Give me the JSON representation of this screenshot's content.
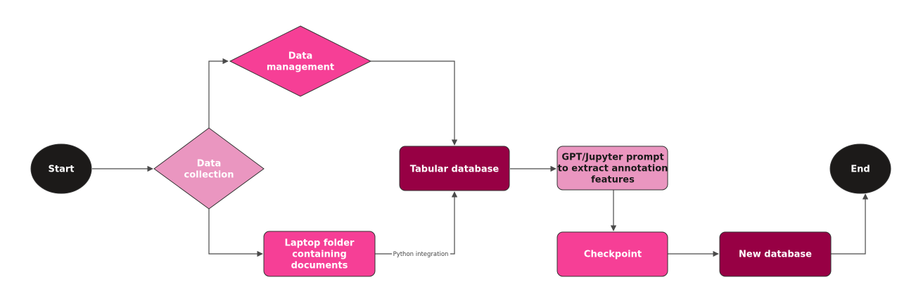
{
  "colors": {
    "terminal": "#1c1a19",
    "hot_pink": "#f63f96",
    "light_pink": "#ea96c0",
    "dark_magenta": "#970044",
    "edge": "#4a4a4a"
  },
  "nodes": {
    "start": {
      "lines": [
        "Start"
      ],
      "shape": "ellipse"
    },
    "data_management": {
      "lines": [
        "Data",
        "management"
      ],
      "shape": "diamond"
    },
    "data_collection": {
      "lines": [
        "Data",
        "collection"
      ],
      "shape": "diamond"
    },
    "laptop_folder": {
      "lines": [
        "Laptop folder",
        "containing",
        "documents"
      ],
      "shape": "rounded-rect"
    },
    "tabular_database": {
      "lines": [
        "Tabular database"
      ],
      "shape": "rounded-rect"
    },
    "gpt_prompt": {
      "lines": [
        "GPT/Jupyter prompt",
        "to extract annotation",
        "features"
      ],
      "shape": "rounded-rect"
    },
    "checkpoint": {
      "lines": [
        "Checkpoint"
      ],
      "shape": "rounded-rect"
    },
    "new_database": {
      "lines": [
        "New database"
      ],
      "shape": "rounded-rect"
    },
    "end": {
      "lines": [
        "End"
      ],
      "shape": "ellipse"
    }
  },
  "edges": {
    "python_integration": "Python integration"
  }
}
